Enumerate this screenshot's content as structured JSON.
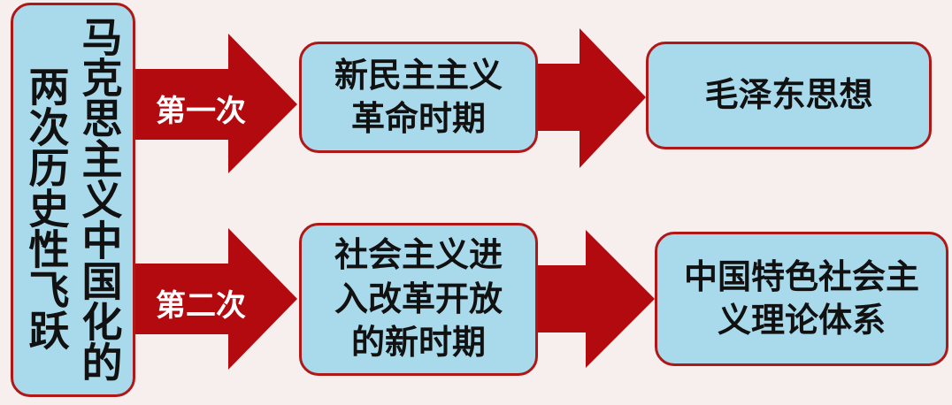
{
  "colors": {
    "arrow": "#b30a0f",
    "box_fill": "#a9daeb",
    "box_border": "#b01818",
    "background": "#f7eeee"
  },
  "left_box": {
    "col1": "马克思主义中国化的",
    "col2": "两次历史性飞跃"
  },
  "arrows": [
    {
      "label": "第一次"
    },
    {
      "label": "第二次"
    }
  ],
  "period_boxes": [
    {
      "text": "新民主主义革命时期"
    },
    {
      "text": "社会主义进入改革开放的新时期"
    }
  ],
  "theory_boxes": [
    {
      "text": "毛泽东思想"
    },
    {
      "text": "中国特色社会主义理论体系"
    }
  ]
}
